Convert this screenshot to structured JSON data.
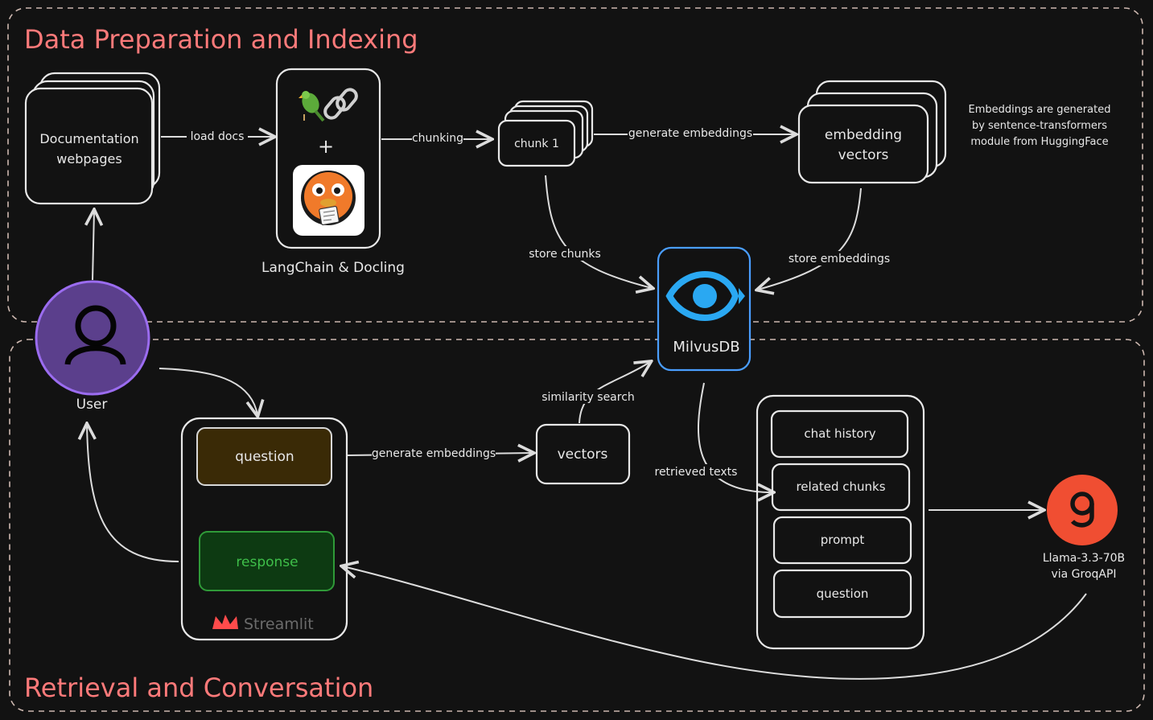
{
  "sections": {
    "indexing_title": "Data Preparation and Indexing",
    "retrieval_title": "Retrieval and Conversation"
  },
  "nodes": {
    "docs": "Documentation webpages",
    "docs_line1": "Documentation",
    "docs_line2": "webpages",
    "plus": "+",
    "langchain_caption": "LangChain & Docling",
    "chunk": "chunk 1",
    "embedding_line1": "embedding",
    "embedding_line2": "vectors",
    "note_line1": "Embeddings are generated",
    "note_line2": "by sentence-transformers",
    "note_line3": "module from HuggingFace",
    "milvus": "MilvusDB",
    "user": "User",
    "question": "question",
    "response": "response",
    "streamlit": "Streamlit",
    "vectors": "vectors",
    "prompt_items": [
      "chat history",
      "related chunks",
      "prompt",
      "question"
    ],
    "llm_line1": "Llama-3.3-70B",
    "llm_line2": "via GroqAPI"
  },
  "edges": {
    "load_docs": "load docs",
    "chunking": "chunking",
    "generate_embeddings_1": "generate embeddings",
    "store_chunks": "store chunks",
    "store_embeddings": "store embeddings",
    "generate_embeddings_2": "generate embeddings",
    "similarity_search": "similarity search",
    "retrieved_texts": "retrieved texts"
  },
  "colors": {
    "title": "#ff7a7a",
    "milvus_border": "#4a9eff",
    "milvus_logo": "#2aa8f2",
    "user_fill": "#5b3f8c",
    "user_border": "#9b6cf0",
    "question_fill": "#3a2a06",
    "response_fill": "#0d3a12",
    "response_text": "#3fbf4a",
    "groq": "#f04e32"
  },
  "icons": {
    "parrot": "parrot-icon",
    "chain": "chain-link-icon",
    "docling": "docling-duck-logo",
    "milvus": "milvus-eye-logo",
    "user": "user-icon",
    "streamlit": "streamlit-crown-logo",
    "groq": "groq-logo"
  }
}
